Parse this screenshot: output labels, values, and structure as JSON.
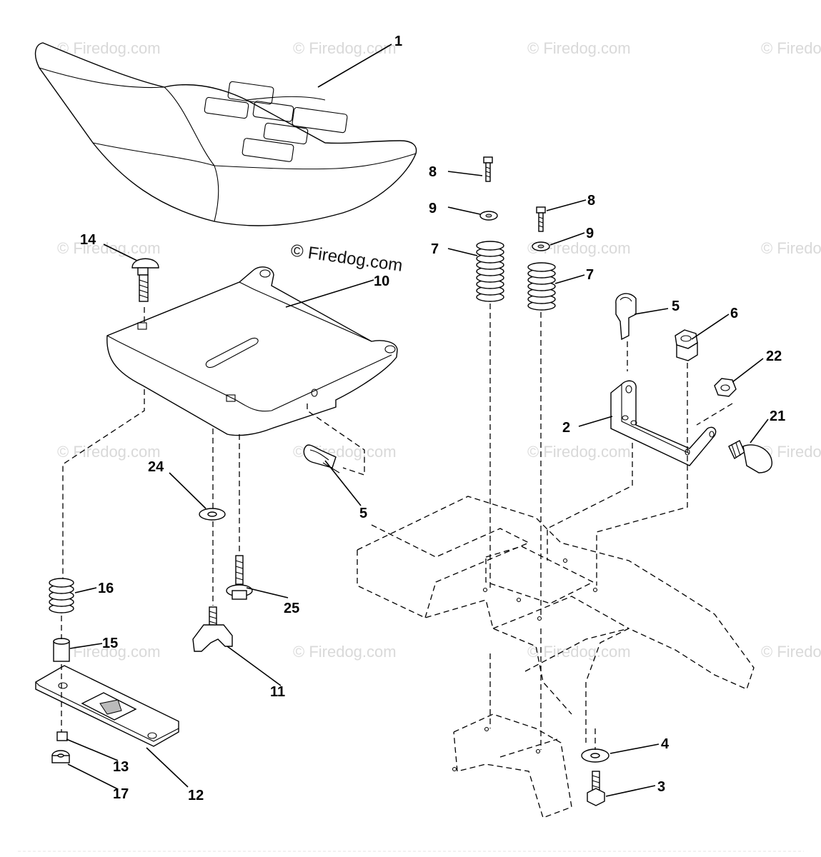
{
  "copyright": "© Firedog.com",
  "watermark": "© Firedog.com",
  "callouts": {
    "c1": "1",
    "c2": "2",
    "c3": "3",
    "c4": "4",
    "c5a": "5",
    "c5b": "5",
    "c6": "6",
    "c7a": "7",
    "c7b": "7",
    "c8a": "8",
    "c8b": "8",
    "c9a": "9",
    "c9b": "9",
    "c10": "10",
    "c11": "11",
    "c12": "12",
    "c13": "13",
    "c14": "14",
    "c15": "15",
    "c16": "16",
    "c17": "17",
    "c21": "21",
    "c22": "22",
    "c24": "24",
    "c25": "25"
  }
}
